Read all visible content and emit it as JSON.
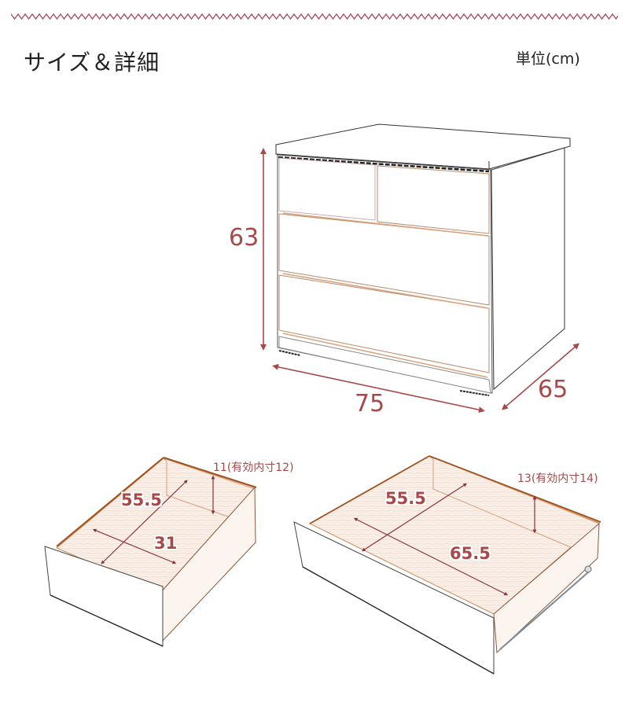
{
  "header": {
    "title": "サイズ＆詳細",
    "unit_label": "単位(cm)",
    "accent_color": "#a84860"
  },
  "chest": {
    "height": "63",
    "width": "75",
    "depth": "65",
    "dimension_color": "#a84848"
  },
  "small_drawer": {
    "depth": "55.5",
    "width": "31",
    "height_note": "11(有効内寸12)"
  },
  "large_drawer": {
    "depth": "55.5",
    "width": "65.5",
    "height_note": "13(有効内寸14)"
  }
}
